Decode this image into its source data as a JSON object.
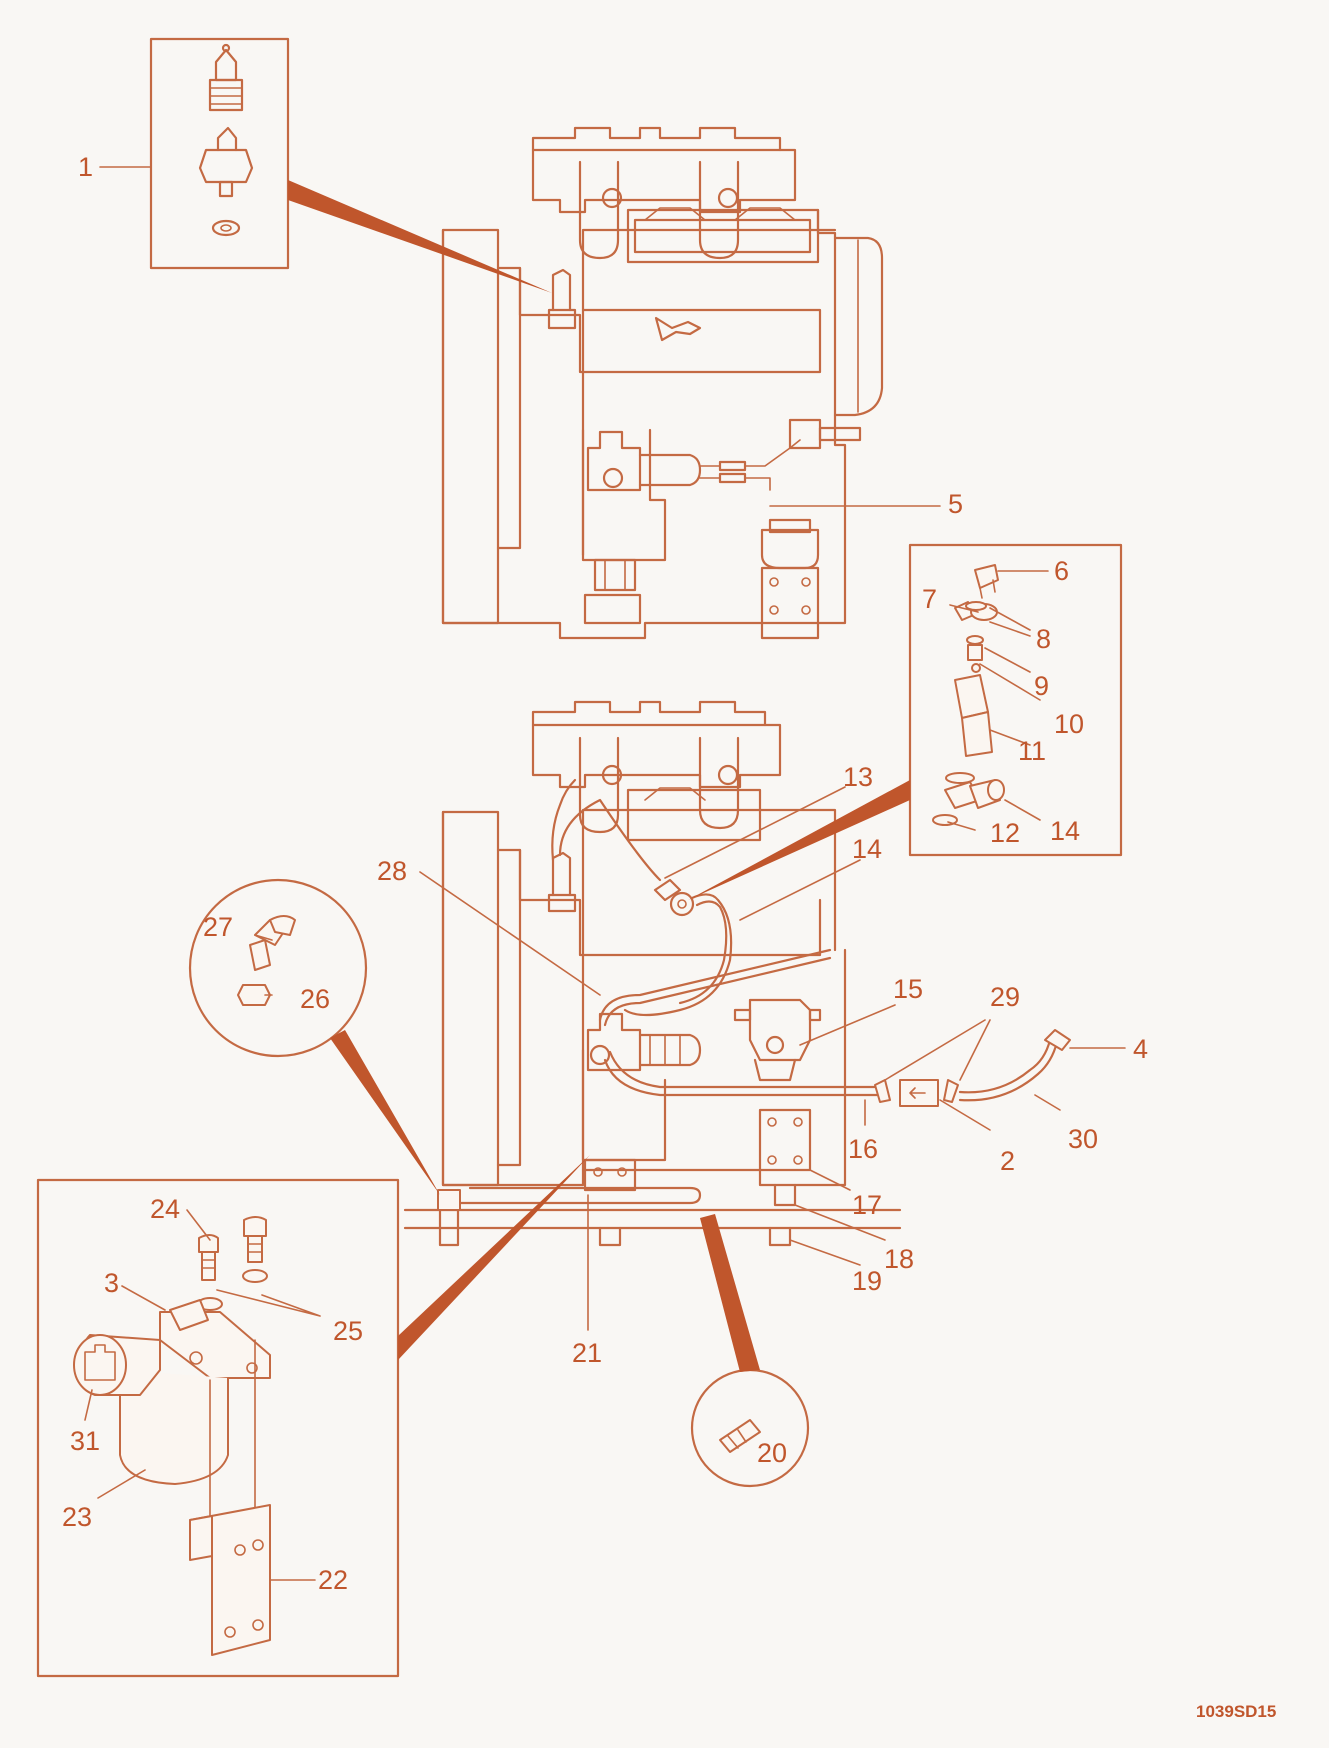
{
  "diagram": {
    "code": "1039SD15",
    "callouts": [
      "1",
      "2",
      "3",
      "4",
      "5",
      "6",
      "7",
      "8",
      "9",
      "10",
      "11",
      "12",
      "13",
      "14",
      "14",
      "15",
      "16",
      "17",
      "18",
      "19",
      "20",
      "21",
      "22",
      "23",
      "24",
      "25",
      "26",
      "27",
      "28",
      "29",
      "30",
      "31"
    ]
  }
}
